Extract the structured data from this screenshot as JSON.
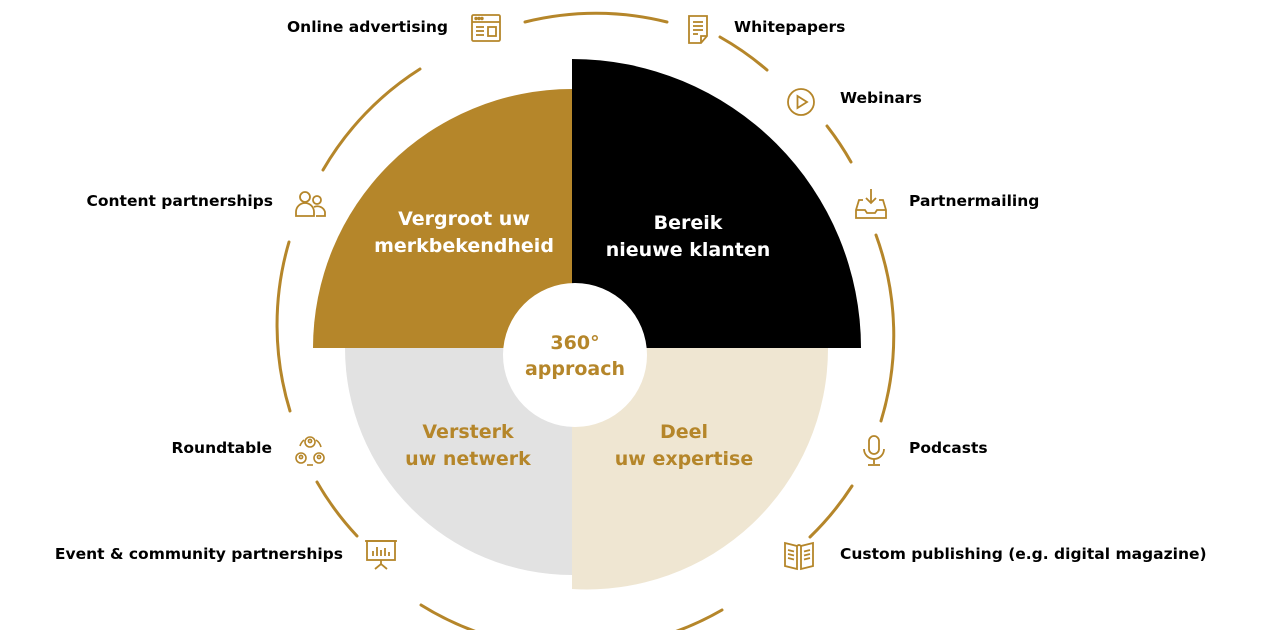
{
  "colors": {
    "gold": "#b5862a",
    "black": "#000000",
    "grey": "#e2e2e2",
    "cream": "#efe6d2",
    "white": "#ffffff"
  },
  "center": {
    "line1": "360°",
    "line2": "approach"
  },
  "quadrants": [
    {
      "id": "brand",
      "line1": "Vergroot uw",
      "line2": "merkbekendheid"
    },
    {
      "id": "reach",
      "line1": "Bereik",
      "line2": "nieuwe klanten"
    },
    {
      "id": "network",
      "line1": "Versterk",
      "line2": "uw netwerk"
    },
    {
      "id": "expertise",
      "line1": "Deel",
      "line2": "uw expertise"
    }
  ],
  "channels": [
    {
      "label": "Online advertising",
      "icon": "browser-icon"
    },
    {
      "label": "Whitepapers",
      "icon": "document-icon"
    },
    {
      "label": "Webinars",
      "icon": "play-icon"
    },
    {
      "label": "Partnermailing",
      "icon": "inbox-download-icon"
    },
    {
      "label": "Content partnerships",
      "icon": "users-icon"
    },
    {
      "label": "Podcasts",
      "icon": "microphone-icon"
    },
    {
      "label": "Roundtable",
      "icon": "people-cycle-icon"
    },
    {
      "label": "Event & community partnerships",
      "icon": "presentation-chart-icon"
    },
    {
      "label": "Custom publishing (e.g. digital magazine)",
      "icon": "open-magazine-icon"
    }
  ]
}
